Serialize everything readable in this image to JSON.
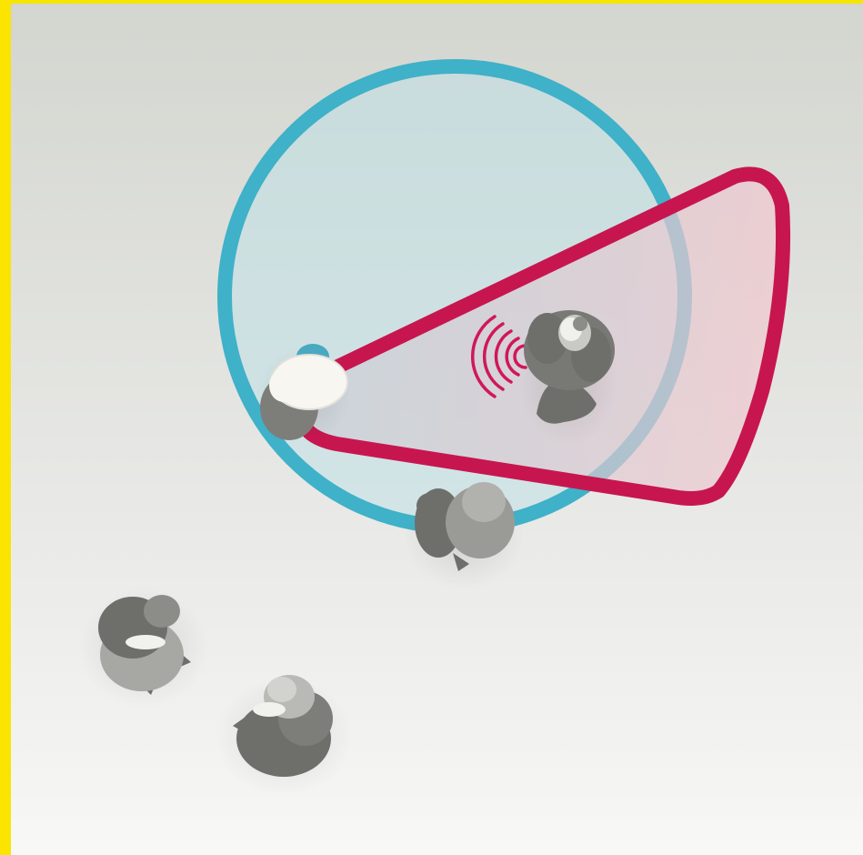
{
  "scene": {
    "description_text": "",
    "colors": {
      "frame": "#fbe400",
      "background_top": "#d3d5cf",
      "background_bottom": "#f7f7f6",
      "hearing_zone_stroke": "#3fb1c8",
      "hearing_zone_fill": "#bfe0e6",
      "beam_stroke": "#c7164f",
      "beam_fill": "#e7c3ce",
      "person_dark": "#6e6f6b",
      "person_mid": "#8c8d89",
      "person_light": "#c9cac6",
      "listener_head": "#f7f6f0",
      "listener_accent": "#49a9c0",
      "sound_waves": "#d0175a"
    },
    "elements": {
      "listener": "listener-person",
      "speaker": "speaker-person",
      "hearing_zone": "hearing-zone-circle",
      "directional_beam": "directional-beam",
      "sound_waves": "sound-waves-icon",
      "bystanders": [
        "bystander-on-circle",
        "bystander-lower-left",
        "bystander-bottom"
      ]
    }
  }
}
